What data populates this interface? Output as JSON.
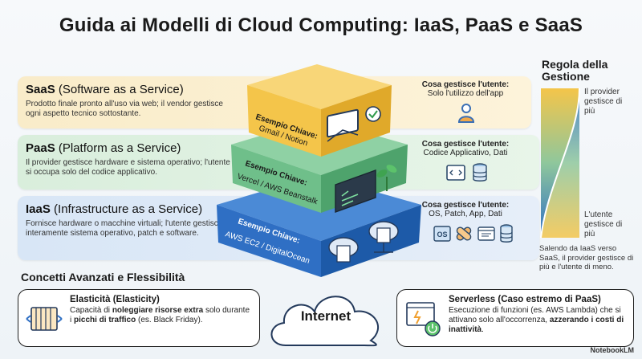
{
  "title": "Guida ai Modelli di Cloud Computing: IaaS, PaaS e SaaS",
  "layers": [
    {
      "name": "SaaS",
      "full": "(Software as a Service)",
      "desc": "Prodotto finale pronto all'uso via web; il vendor gestisce ogni aspetto tecnico sottostante.",
      "user_label": "Cosa gestisce l'utente:",
      "user_value": "Solo l'utilizzo dell'app",
      "example_label": "Esempio Chiave:",
      "example_value": "Gmail / Notion"
    },
    {
      "name": "PaaS",
      "full": "(Platform as a Service)",
      "desc": "Il provider gestisce hardware e sistema operativo; l'utente si occupa solo del codice applicativo.",
      "user_label": "Cosa gestisce l'utente:",
      "user_value": "Codice Applicativo, Dati",
      "example_label": "Esempio Chiave:",
      "example_value": "Vercel / AWS Beanstalk"
    },
    {
      "name": "IaaS",
      "full": "(Infrastructure as a Service)",
      "desc": "Fornisce hardware o macchine virtuali; l'utente gestisce interamente sistema operativo, patch e software.",
      "user_label": "Cosa gestisce l'utente:",
      "user_value": "OS, Patch, App, Dati",
      "example_label": "Esempio Chiave:",
      "example_value": "AWS EC2 / DigitalOcean"
    }
  ],
  "rule": {
    "title": "Regola della Gestione",
    "top": "Il provider gestisce di più",
    "bottom": "L'utente gestisce di più",
    "note": "Salendo da IaaS verso SaaS, il provider gestisce di più e l'utente di meno."
  },
  "section_title": "Concetti Avanzati e Flessibilità",
  "cards": {
    "elasticity": {
      "title": "Elasticità (Elasticity)",
      "desc_parts": [
        "Capacità di ",
        "noleggiare risorse extra",
        " solo durante i ",
        "picchi di traffico",
        " (es. Black Friday)."
      ]
    },
    "serverless": {
      "title": "Serverless (Caso estremo di PaaS)",
      "desc_parts": [
        "Esecuzione di funzioni (es. AWS Lambda) che si attivano solo all'occorrenza, ",
        "azzerando i costi di inattività",
        "."
      ]
    }
  },
  "internet": "Internet",
  "badge": "NotebookLM",
  "icons": [
    "envelope-icon",
    "checkmark-icon",
    "code-window-icon",
    "sprout-icon",
    "server-icon",
    "cloud-server-icon",
    "user-icon",
    "database-icon",
    "os-icon",
    "patch-icon",
    "app-window-icon",
    "accordion-icon",
    "lambda-icon",
    "power-icon",
    "cloud-icon"
  ],
  "colors": {
    "saas": "#f4c54a",
    "paas": "#6fbf8a",
    "iaas": "#2f6fc4",
    "band_saas": "#fbefcf",
    "band_paas": "#e1f1e3",
    "band_iaas": "#dde9f7"
  }
}
